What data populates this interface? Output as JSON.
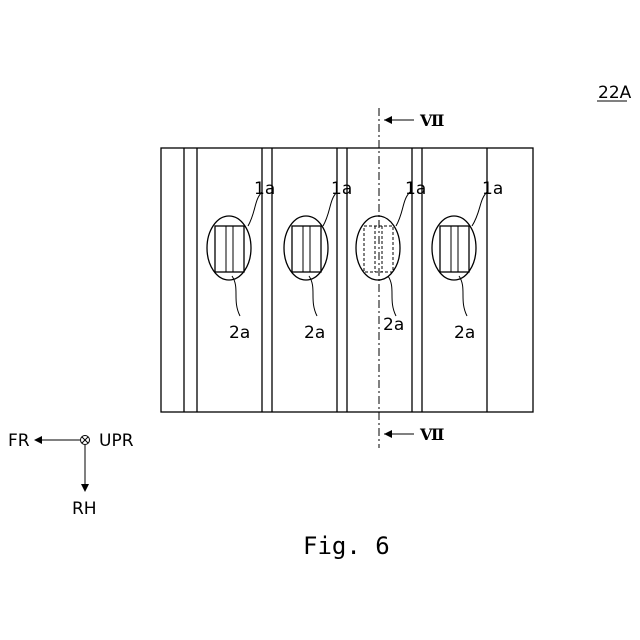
{
  "figure": {
    "reference_label": "22A",
    "caption": "Fig. 6",
    "section_marker": "Ⅶ",
    "element_labels": {
      "hole": "1a",
      "insert": "2a"
    },
    "orientation": {
      "front": "FR",
      "up": "UPR",
      "rear": "RH"
    }
  }
}
